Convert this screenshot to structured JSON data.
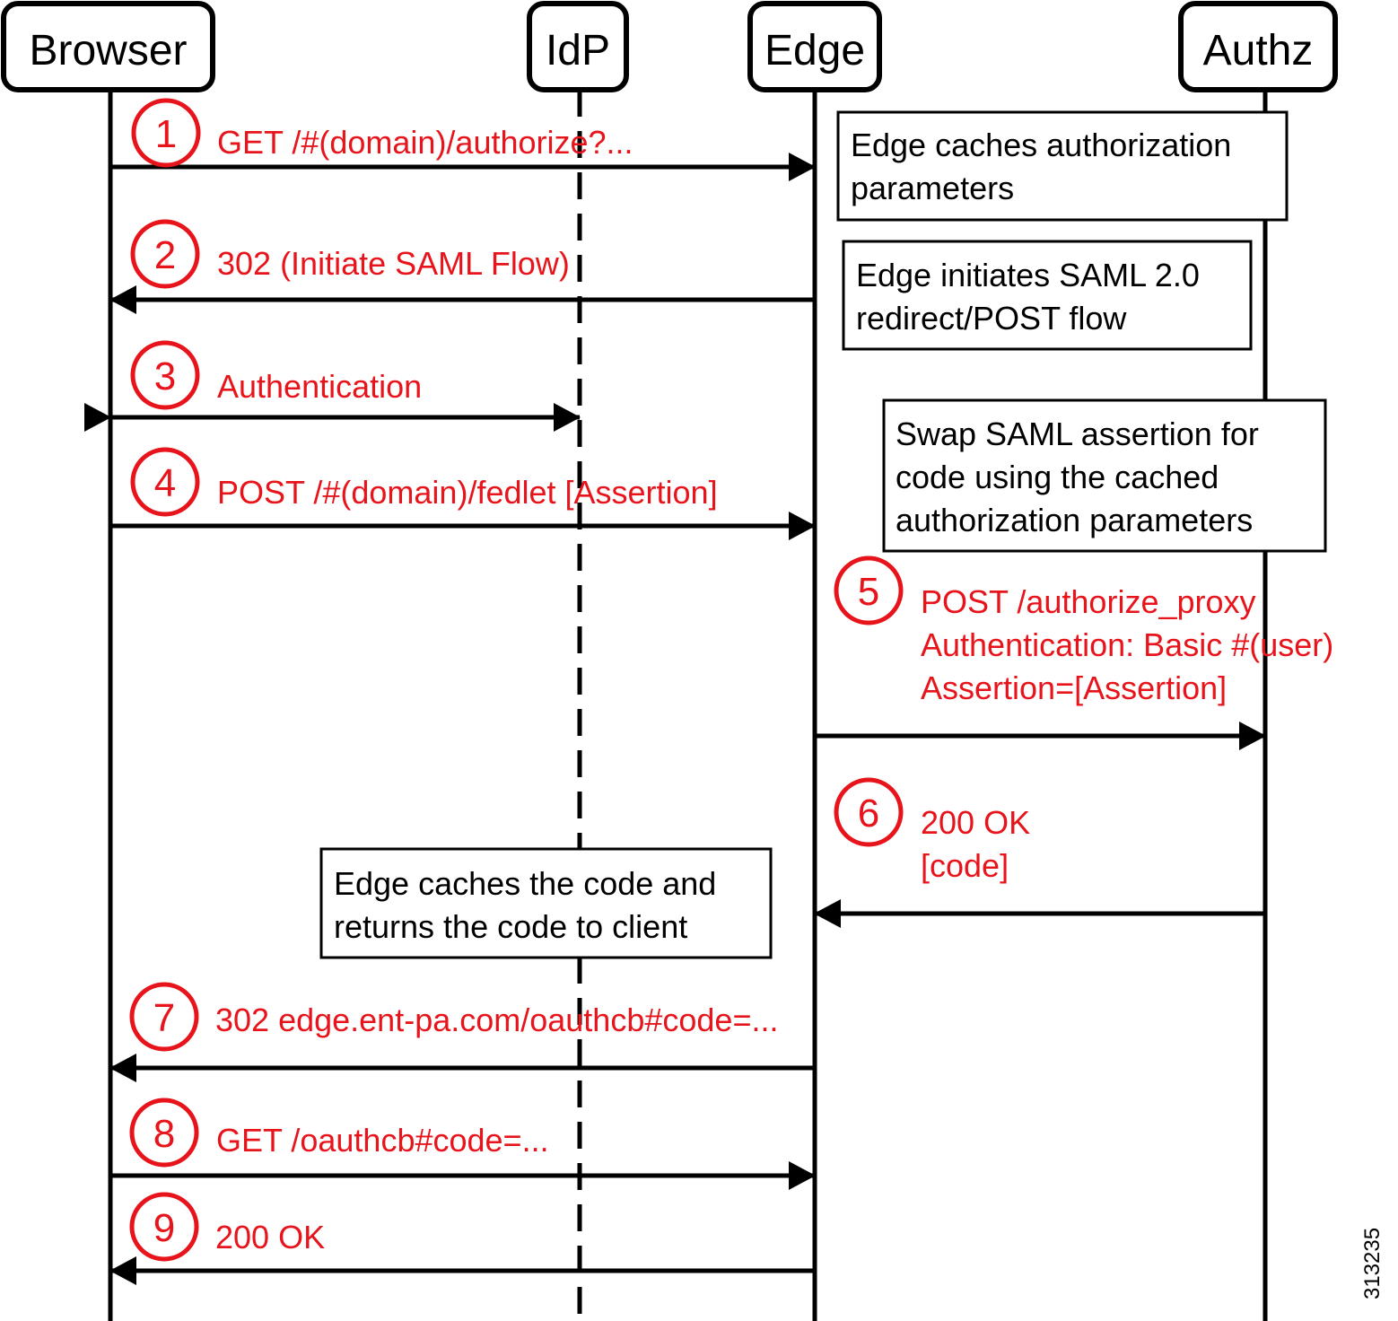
{
  "diagram": {
    "type": "sequence",
    "accent_color": "#e8141b",
    "line_color": "#000000",
    "actors": [
      {
        "id": "browser",
        "label": "Browser"
      },
      {
        "id": "idp",
        "label": "IdP"
      },
      {
        "id": "edge",
        "label": "Edge"
      },
      {
        "id": "authz",
        "label": "Authz"
      }
    ],
    "messages": [
      {
        "step": "1",
        "from": "browser",
        "to": "edge",
        "lines": [
          "GET /#(domain)/authorize?..."
        ]
      },
      {
        "step": "2",
        "from": "edge",
        "to": "browser",
        "lines": [
          "302 (Initiate SAML Flow)"
        ]
      },
      {
        "step": "3",
        "from": "browser",
        "to": "idp",
        "bidirectional": true,
        "lines": [
          "Authentication"
        ]
      },
      {
        "step": "4",
        "from": "browser",
        "to": "edge",
        "lines": [
          "POST /#(domain)/fedlet [Assertion]"
        ]
      },
      {
        "step": "5",
        "from": "edge",
        "to": "authz",
        "lines": [
          "POST /authorize_proxy",
          "Authentication: Basic #(user)",
          "Assertion=[Assertion]"
        ]
      },
      {
        "step": "6",
        "from": "authz",
        "to": "edge",
        "lines": [
          "200 OK",
          "[code]"
        ]
      },
      {
        "step": "7",
        "from": "edge",
        "to": "browser",
        "lines": [
          "302 edge.ent-pa.com/oauthcb#code=..."
        ]
      },
      {
        "step": "8",
        "from": "browser",
        "to": "edge",
        "lines": [
          "GET /oauthcb#code=..."
        ]
      },
      {
        "step": "9",
        "from": "edge",
        "to": "browser",
        "lines": [
          "200 OK"
        ]
      }
    ],
    "notes": [
      {
        "lines": [
          "Edge caches authorization",
          "parameters"
        ]
      },
      {
        "lines": [
          "Edge initiates SAML 2.0",
          "redirect/POST flow"
        ]
      },
      {
        "lines": [
          "Swap SAML assertion for",
          "code using the cached",
          "authorization parameters"
        ]
      },
      {
        "lines": [
          "Edge caches the code and",
          "returns the code to client"
        ]
      }
    ],
    "figure_id": "313235"
  }
}
